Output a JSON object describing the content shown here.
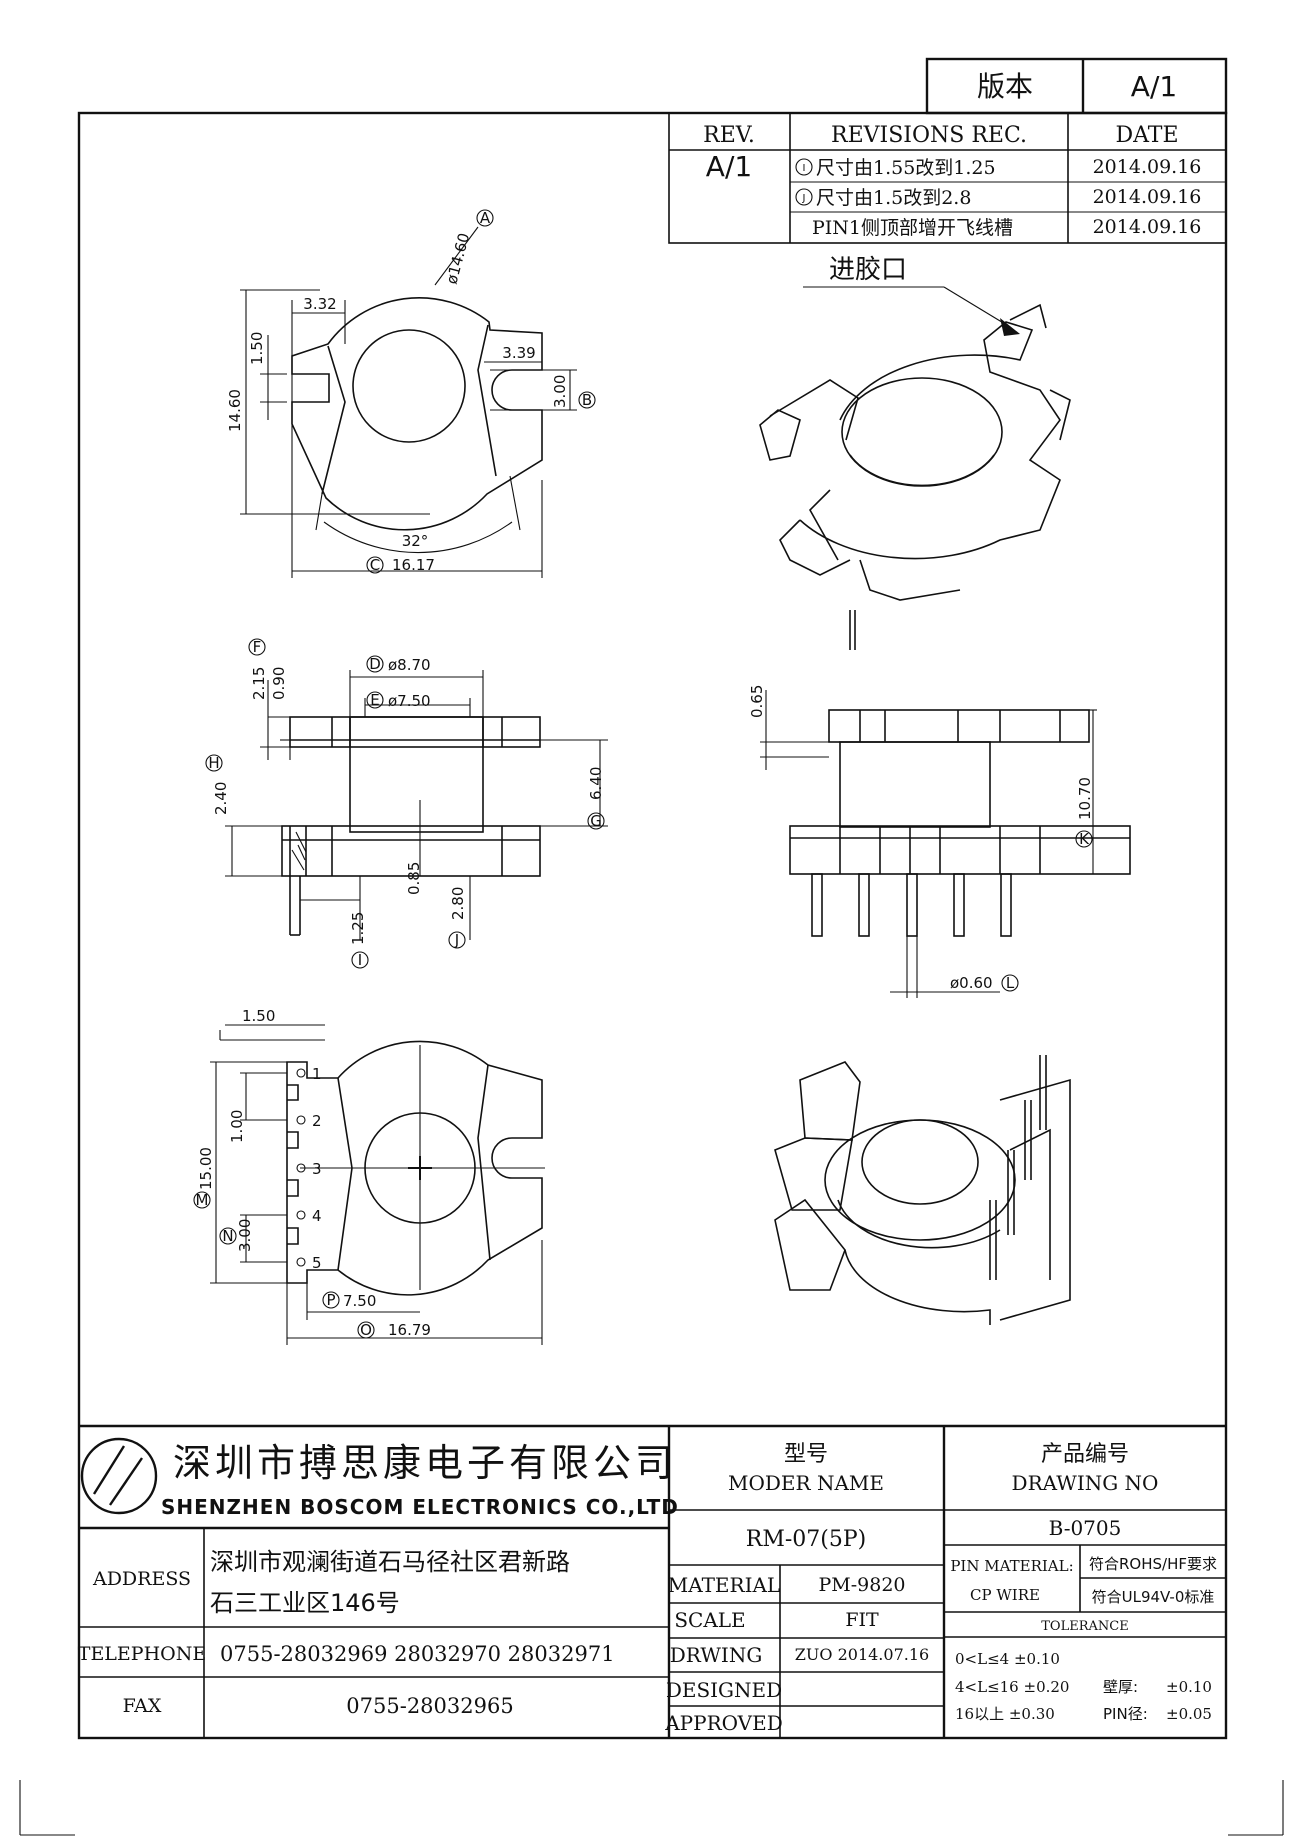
{
  "version": {
    "label": "版本",
    "value": "A/1"
  },
  "revisions": {
    "header": {
      "rev": "REV.",
      "rec": "REVISIONS REC.",
      "date": "DATE"
    },
    "rev_id": "A/1",
    "rows": [
      {
        "marker": "I",
        "text": "尺寸由1.55改到1.25",
        "date": "2014.09.16"
      },
      {
        "marker": "J",
        "text": "尺寸由1.5改到2.8",
        "date": "2014.09.16"
      },
      {
        "marker": "",
        "text": "PIN1侧顶部增开飞线槽",
        "date": "2014.09.16"
      }
    ]
  },
  "top_view": {
    "dia": "ø14.60",
    "dia_tag": "A",
    "w1": "3.32",
    "h1": "1.50",
    "total_h": "14.60",
    "slot_w": "3.39",
    "slot_h": "3.00",
    "slot_tag": "B",
    "angle": "32°",
    "width": "16.17",
    "width_tag": "C"
  },
  "iso_label": "进胶口",
  "front_view": {
    "d_outer": "ø8.70",
    "d_outer_tag": "D",
    "d_inner": "ø7.50",
    "d_inner_tag": "E",
    "flange_top": "2.15",
    "flange_top_tag": "F",
    "flange_t": "0.90",
    "h_gap": "2.40",
    "h_gap_tag": "H",
    "inner_h": "6.40",
    "inner_h_tag": "G",
    "d085": "0.85",
    "pin_off": "1.25",
    "pin_off_tag": "I",
    "pin_len": "2.80",
    "pin_len_tag": "J"
  },
  "side_view": {
    "top_gap": "0.65",
    "height": "10.70",
    "height_tag": "K",
    "pin_d": "ø0.60",
    "pin_d_tag": "L"
  },
  "bottom_view": {
    "w_pin": "1.50",
    "pitch": "1.00",
    "span": "15.00",
    "span_tag": "M",
    "slot": "3.00",
    "slot_tag": "N",
    "cx": "7.50",
    "cx_tag": "P",
    "width": "16.79",
    "width_tag": "O",
    "pins": [
      "1",
      "2",
      "3",
      "4",
      "5"
    ]
  },
  "title_block": {
    "company_cn": "深圳市搏思康电子有限公司",
    "company_en": "SHENZHEN BOSCOM ELECTRONICS CO.,LTD",
    "model_cn": "型号",
    "model_en": "MODER NAME",
    "model_value": "RM-07(5P)",
    "drawing_cn": "产品编号",
    "drawing_en": "DRAWING NO",
    "drawing_value": "B-0705",
    "address_label": "ADDRESS",
    "address_line1": "深圳市观澜街道石马径社区君新路",
    "address_line2": "石三工业区146号",
    "telephone_label": "TELEPHONE",
    "telephone": "0755-28032969 28032970 28032971",
    "fax_label": "FAX",
    "fax": "0755-28032965",
    "material_label": "MATERIAL",
    "material": "PM-9820",
    "scale_label": "SCALE",
    "scale": "FIT",
    "drawing_label": "DRWING",
    "drawing": "ZUO 2014.07.16",
    "designed_label": "DESIGNED",
    "approved_label": "APPROVED",
    "pin_material_label": "PIN MATERIAL:",
    "pin_material": "CP WIRE",
    "rohs": "符合ROHS/HF要求",
    "ul": "符合UL94V-0标准",
    "tolerance_label": "TOLERANCE",
    "tol1": "0<L≤4  ±0.10",
    "tol2": "4<L≤16  ±0.20",
    "tol3": "16以上     ±0.30",
    "wall_label": "壁厚:",
    "wall_value": "±0.10",
    "pin_dia_label": "PIN径:",
    "pin_dia_value": "±0.05"
  }
}
